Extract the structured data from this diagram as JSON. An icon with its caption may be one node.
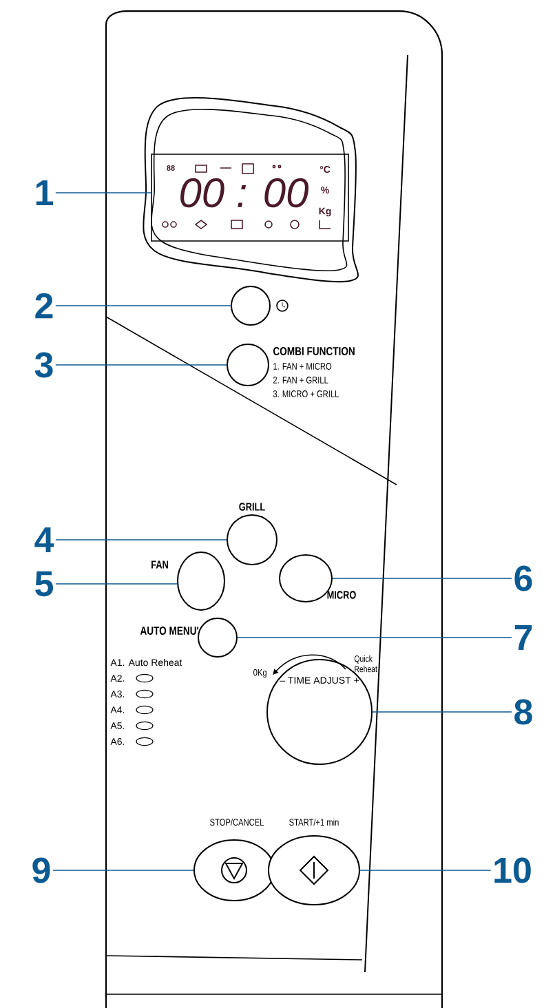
{
  "diagram": {
    "nodes": [
      {
        "text": [
          "1"
        ]
      },
      {
        "text": [
          "2"
        ]
      },
      {
        "text": [
          "3"
        ]
      },
      {
        "text": [
          "4"
        ]
      },
      {
        "text": [
          "5"
        ]
      },
      {
        "text": [
          "6"
        ]
      },
      {
        "text": [
          "7"
        ]
      },
      {
        "text": [
          "8"
        ]
      },
      {
        "text": [
          "9"
        ]
      },
      {
        "text": [
          "10"
        ]
      },
      {
        "text": [
          "88",
          "00 : 00",
          "°C",
          "%",
          "Kg"
        ]
      },
      {
        "text": [],
        "shape": "circle"
      },
      {
        "text": [],
        "shape": "circle",
        "beside": [
          "COMBI FUNCTION",
          "1. FAN + MICRO",
          "2. FAN + GRILL",
          "3. MICRO + GRILL"
        ]
      },
      {
        "text": [],
        "shape": "circle",
        "beside": [
          "GRILL"
        ]
      },
      {
        "text": [],
        "shape": "oval",
        "beside": [
          "FAN"
        ]
      },
      {
        "text": [],
        "shape": "oval",
        "beside": [
          "MICRO"
        ]
      },
      {
        "text": [],
        "shape": "circle",
        "beside": [
          "AUTO MENU'"
        ]
      },
      {
        "text": [
          "– TIME ADJUST +"
        ],
        "beside": [
          "0Kg",
          "Quick Reheat"
        ]
      },
      {
        "text": [],
        "shape": "oval",
        "beside": [
          "STOP/CANCEL"
        ]
      },
      {
        "text": [],
        "shape": "oval",
        "beside": [
          "START/+1 min"
        ]
      }
    ],
    "edges": [
      {
        "from": 0,
        "to": 10,
        "arrow": "none"
      },
      {
        "from": 1,
        "to": 11,
        "arrow": "none"
      },
      {
        "from": 2,
        "to": 12,
        "arrow": "none"
      },
      {
        "from": 3,
        "to": 13,
        "arrow": "none"
      },
      {
        "from": 4,
        "to": 14,
        "arrow": "none"
      },
      {
        "from": 5,
        "to": 15,
        "arrow": "none"
      },
      {
        "from": 6,
        "to": 16,
        "arrow": "none"
      },
      {
        "from": 7,
        "to": 17,
        "arrow": "none"
      },
      {
        "from": 8,
        "to": 18,
        "arrow": "none"
      },
      {
        "from": 9,
        "to": 19,
        "arrow": "none"
      }
    ],
    "labels": [
      "A1. Auto Reheat",
      "A2.",
      "A3.",
      "A4.",
      "A5.",
      "A6."
    ]
  }
}
